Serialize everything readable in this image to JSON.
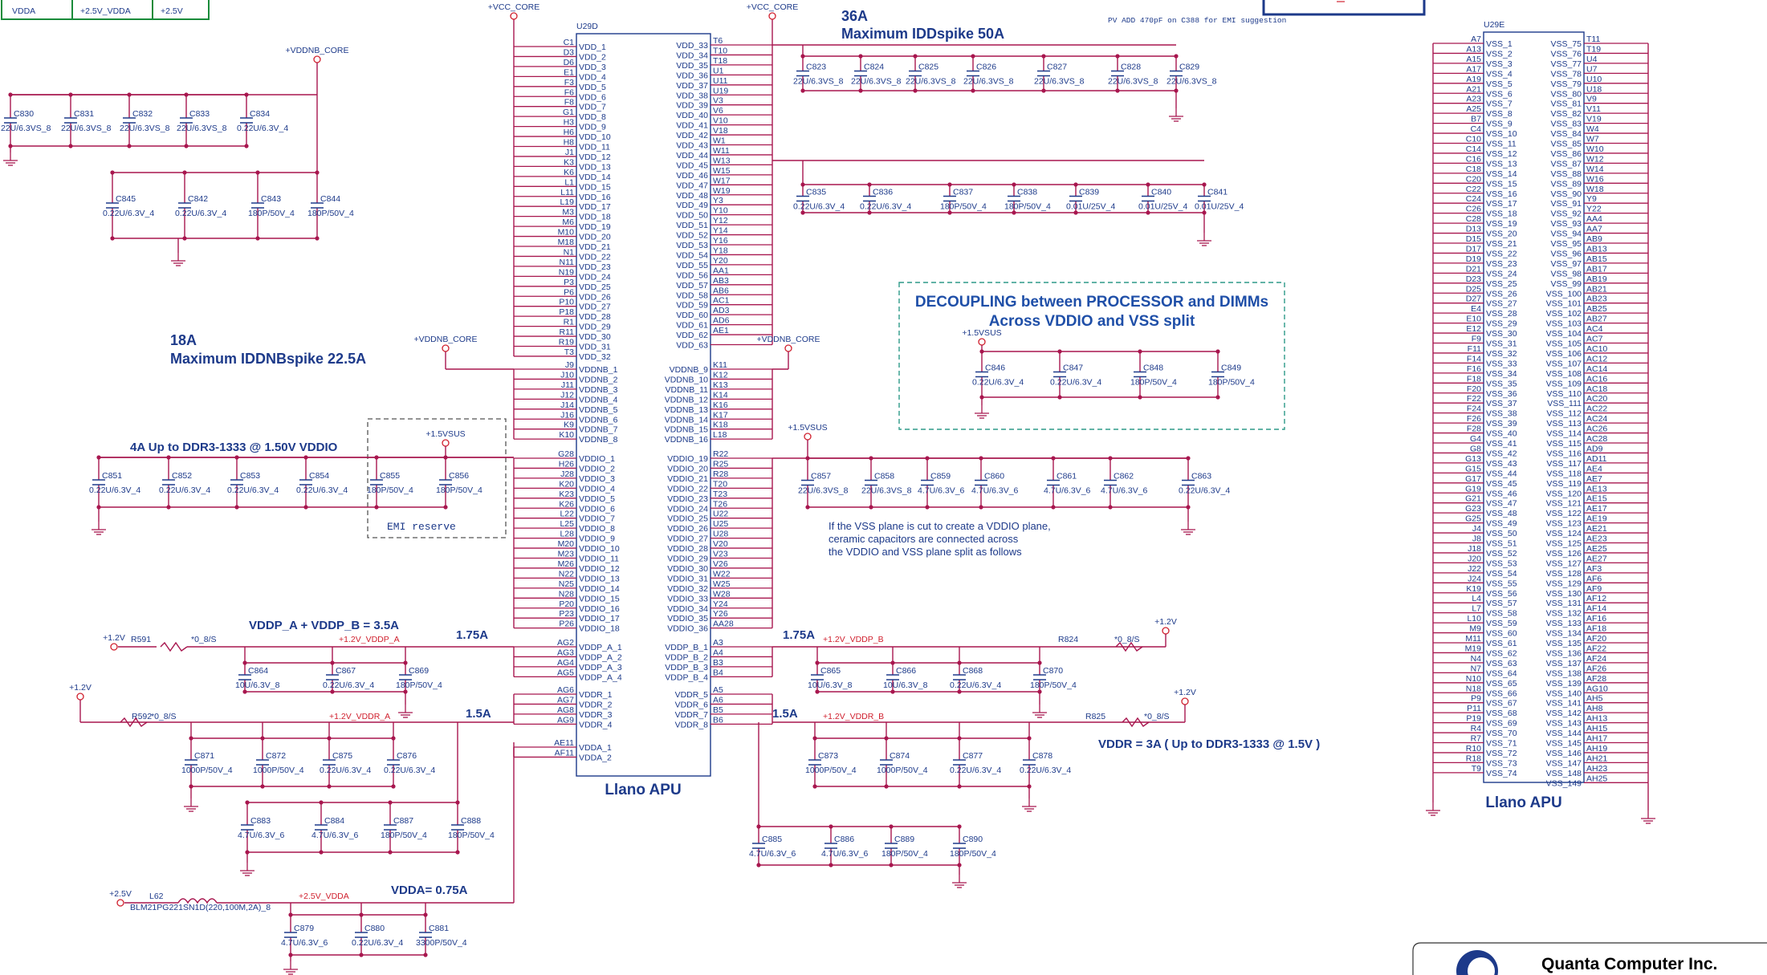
{
  "top_strip": {
    "a": "VDDA",
    "b": "+2.5V_VDDA",
    "c": "+2.5V"
  },
  "top_note": "PV ADD 470pF on C388 for EMI suggestion",
  "company": "Quanta Computer Inc.",
  "apu": {
    "ref": "U29D",
    "label": "Llano APU",
    "left_pins": [
      [
        "C1",
        "VDD_1"
      ],
      [
        "D3",
        "VDD_2"
      ],
      [
        "D6",
        "VDD_3"
      ],
      [
        "E1",
        "VDD_4"
      ],
      [
        "F3",
        "VDD_5"
      ],
      [
        "F6",
        "VDD_6"
      ],
      [
        "F8",
        "VDD_7"
      ],
      [
        "G1",
        "VDD_8"
      ],
      [
        "H3",
        "VDD_9"
      ],
      [
        "H6",
        "VDD_10"
      ],
      [
        "H8",
        "VDD_11"
      ],
      [
        "J1",
        "VDD_12"
      ],
      [
        "K3",
        "VDD_13"
      ],
      [
        "K6",
        "VDD_14"
      ],
      [
        "L1",
        "VDD_15"
      ],
      [
        "L11",
        "VDD_16"
      ],
      [
        "L19",
        "VDD_17"
      ],
      [
        "M3",
        "VDD_18"
      ],
      [
        "M6",
        "VDD_19"
      ],
      [
        "M10",
        "VDD_20"
      ],
      [
        "M18",
        "VDD_21"
      ],
      [
        "N1",
        "VDD_22"
      ],
      [
        "N11",
        "VDD_23"
      ],
      [
        "N19",
        "VDD_24"
      ],
      [
        "P3",
        "VDD_25"
      ],
      [
        "P6",
        "VDD_26"
      ],
      [
        "P10",
        "VDD_27"
      ],
      [
        "P18",
        "VDD_28"
      ],
      [
        "R1",
        "VDD_29"
      ],
      [
        "R11",
        "VDD_30"
      ],
      [
        "R19",
        "VDD_31"
      ],
      [
        "T3",
        "VDD_32"
      ],
      [
        "J9",
        "VDDNB_1"
      ],
      [
        "J10",
        "VDDNB_2"
      ],
      [
        "J11",
        "VDDNB_3"
      ],
      [
        "J12",
        "VDDNB_4"
      ],
      [
        "J14",
        "VDDNB_5"
      ],
      [
        "J16",
        "VDDNB_6"
      ],
      [
        "K9",
        "VDDNB_7"
      ],
      [
        "K10",
        "VDDNB_8"
      ],
      [
        "G28",
        "VDDIO_1"
      ],
      [
        "H26",
        "VDDIO_2"
      ],
      [
        "J28",
        "VDDIO_3"
      ],
      [
        "K20",
        "VDDIO_4"
      ],
      [
        "K23",
        "VDDIO_5"
      ],
      [
        "K26",
        "VDDIO_6"
      ],
      [
        "L22",
        "VDDIO_7"
      ],
      [
        "L25",
        "VDDIO_8"
      ],
      [
        "L28",
        "VDDIO_9"
      ],
      [
        "M20",
        "VDDIO_10"
      ],
      [
        "M23",
        "VDDIO_11"
      ],
      [
        "M26",
        "VDDIO_12"
      ],
      [
        "N22",
        "VDDIO_13"
      ],
      [
        "N25",
        "VDDIO_14"
      ],
      [
        "N28",
        "VDDIO_15"
      ],
      [
        "P20",
        "VDDIO_16"
      ],
      [
        "P23",
        "VDDIO_17"
      ],
      [
        "P26",
        "VDDIO_18"
      ],
      [
        "AG2",
        "VDDP_A_1"
      ],
      [
        "AG3",
        "VDDP_A_2"
      ],
      [
        "AG4",
        "VDDP_A_3"
      ],
      [
        "AG5",
        "VDDP_A_4"
      ],
      [
        "AG6",
        "VDDR_1"
      ],
      [
        "AG7",
        "VDDR_2"
      ],
      [
        "AG8",
        "VDDR_3"
      ],
      [
        "AG9",
        "VDDR_4"
      ],
      [
        "AE11",
        "VDDA_1"
      ],
      [
        "AF11",
        "VDDA_2"
      ]
    ],
    "right_pins": [
      [
        "T6",
        "VDD_33"
      ],
      [
        "T10",
        "VDD_34"
      ],
      [
        "T18",
        "VDD_35"
      ],
      [
        "U1",
        "VDD_36"
      ],
      [
        "U11",
        "VDD_37"
      ],
      [
        "U19",
        "VDD_38"
      ],
      [
        "V3",
        "VDD_39"
      ],
      [
        "V6",
        "VDD_40"
      ],
      [
        "V10",
        "VDD_41"
      ],
      [
        "V18",
        "VDD_42"
      ],
      [
        "W1",
        "VDD_43"
      ],
      [
        "W11",
        "VDD_44"
      ],
      [
        "W13",
        "VDD_45"
      ],
      [
        "W15",
        "VDD_46"
      ],
      [
        "W17",
        "VDD_47"
      ],
      [
        "W19",
        "VDD_48"
      ],
      [
        "Y3",
        "VDD_49"
      ],
      [
        "Y10",
        "VDD_50"
      ],
      [
        "Y12",
        "VDD_51"
      ],
      [
        "Y14",
        "VDD_52"
      ],
      [
        "Y16",
        "VDD_53"
      ],
      [
        "Y18",
        "VDD_54"
      ],
      [
        "Y20",
        "VDD_55"
      ],
      [
        "AA1",
        "VDD_56"
      ],
      [
        "AB3",
        "VDD_57"
      ],
      [
        "AB6",
        "VDD_58"
      ],
      [
        "AC1",
        "VDD_59"
      ],
      [
        "AD3",
        "VDD_60"
      ],
      [
        "AD6",
        "VDD_61"
      ],
      [
        "AE1",
        "VDD_62"
      ],
      [
        "",
        "VDD_63"
      ],
      [
        "K11",
        "VDDNB_9"
      ],
      [
        "K12",
        "VDDNB_10"
      ],
      [
        "K13",
        "VDDNB_11"
      ],
      [
        "K14",
        "VDDNB_12"
      ],
      [
        "K16",
        "VDDNB_13"
      ],
      [
        "K17",
        "VDDNB_14"
      ],
      [
        "K18",
        "VDDNB_15"
      ],
      [
        "L18",
        "VDDNB_16"
      ],
      [
        "R22",
        "VDDIO_19"
      ],
      [
        "R25",
        "VDDIO_20"
      ],
      [
        "R28",
        "VDDIO_21"
      ],
      [
        "T20",
        "VDDIO_22"
      ],
      [
        "T23",
        "VDDIO_23"
      ],
      [
        "T26",
        "VDDIO_24"
      ],
      [
        "U22",
        "VDDIO_25"
      ],
      [
        "U25",
        "VDDIO_26"
      ],
      [
        "U28",
        "VDDIO_27"
      ],
      [
        "V20",
        "VDDIO_28"
      ],
      [
        "V23",
        "VDDIO_29"
      ],
      [
        "V26",
        "VDDIO_30"
      ],
      [
        "W22",
        "VDDIO_31"
      ],
      [
        "W25",
        "VDDIO_32"
      ],
      [
        "W28",
        "VDDIO_33"
      ],
      [
        "Y24",
        "VDDIO_34"
      ],
      [
        "Y26",
        "VDDIO_35"
      ],
      [
        "AA28",
        "VDDIO_36"
      ],
      [
        "A3",
        "VDDP_B_1"
      ],
      [
        "A4",
        "VDDP_B_2"
      ],
      [
        "B3",
        "VDDP_B_3"
      ],
      [
        "B4",
        "VDDP_B_4"
      ],
      [
        "A5",
        "VDDR_5"
      ],
      [
        "A6",
        "VDDR_6"
      ],
      [
        "B5",
        "VDDR_7"
      ],
      [
        "B6",
        "VDDR_8"
      ]
    ]
  },
  "vss": {
    "ref": "U29E",
    "label": "Llano APU",
    "left_pins": [
      "A7",
      "A13",
      "A15",
      "A17",
      "A19",
      "A21",
      "A23",
      "A25",
      "B7",
      "C4",
      "C10",
      "C14",
      "C16",
      "C18",
      "C20",
      "C22",
      "C24",
      "C26",
      "C28",
      "D13",
      "D15",
      "D17",
      "D19",
      "D21",
      "D23",
      "D25",
      "D27",
      "E4",
      "E10",
      "E12",
      "F9",
      "F11",
      "F14",
      "F16",
      "F18",
      "F20",
      "F22",
      "F24",
      "F26",
      "F28",
      "G4",
      "G8",
      "G13",
      "G15",
      "G17",
      "G19",
      "G21",
      "G23",
      "G25",
      "J4",
      "J8",
      "J18",
      "J20",
      "J22",
      "J24",
      "K19",
      "L4",
      "L7",
      "L10",
      "M9",
      "M11",
      "M19",
      "N4",
      "N7",
      "N10",
      "N18",
      "P9",
      "P11",
      "P19",
      "R4",
      "R7",
      "R10",
      "R18",
      "T9"
    ],
    "right_pins": [
      "T11",
      "T19",
      "U4",
      "U7",
      "U10",
      "U18",
      "V9",
      "V11",
      "V19",
      "W4",
      "W7",
      "W10",
      "W12",
      "W14",
      "W16",
      "W18",
      "Y9",
      "Y22",
      "AA4",
      "AA7",
      "AB9",
      "AB13",
      "AB15",
      "AB17",
      "AB19",
      "AB21",
      "AB23",
      "AB25",
      "AB27",
      "AC4",
      "AC7",
      "AC10",
      "AC12",
      "AC14",
      "AC16",
      "AC18",
      "AC20",
      "AC22",
      "AC24",
      "AC26",
      "AC28",
      "AD9",
      "AD11",
      "AE4",
      "AE7",
      "AE13",
      "AE15",
      "AE17",
      "AE19",
      "AE21",
      "AE23",
      "AE25",
      "AE27",
      "AF3",
      "AF6",
      "AF9",
      "AF12",
      "AF14",
      "AF16",
      "AF18",
      "AF20",
      "AF22",
      "AF24",
      "AF26",
      "AF28",
      "AG10",
      "AH5",
      "AH8",
      "AH13",
      "AH15",
      "AH17",
      "AH19",
      "AH21",
      "AH23",
      "AH25"
    ]
  },
  "rails": {
    "vcc_core": "+VCC_CORE",
    "vddnb_core": "+VDDNB_CORE",
    "v15sus": "+1.5VSUS",
    "v12": "+1.2V",
    "v25": "+2.5V",
    "vddp_a": "+1.2V_VDDP_A",
    "vddp_b": "+1.2V_VDDP_B",
    "vddr_a": "+1.2V_VDDR_A",
    "vddr_b": "+1.2V_VDDR_B",
    "vdda": "+2.5V_VDDA"
  },
  "notes": {
    "i36": "36A",
    "i36b": "Maximum IDDspike 50A",
    "i18": "18A",
    "i18b": "Maximum IDDNBspike 22.5A",
    "i4": "4A  Up to DDR3-1333 @ 1.50V VDDIO",
    "vddp": "VDDP_A + VDDP_B = 3.5A",
    "a175a": "1.75A",
    "a175b": "1.75A",
    "a15a": "1.5A",
    "a15b": "1.5A",
    "vddr": "VDDR = 3A  ( Up to DDR3-1333 @ 1.5V )",
    "vdda": "VDDA= 0.75A",
    "emi": "EMI reserve",
    "deco1": "DECOUPLING between PROCESSOR and DIMMs",
    "deco2": "Across VDDIO and VSS split",
    "split1": "If the VSS plane is cut to create a VDDIO plane,",
    "split2": "ceramic capacitors are connected across",
    "split3": "the VDDIO and VSS plane split as follows"
  },
  "resistors": [
    {
      "ref": "R591",
      "val": "0_8/S"
    },
    {
      "ref": "R592",
      "val": "0_8/S"
    },
    {
      "ref": "R824",
      "val": "0_8/S"
    },
    {
      "ref": "R825",
      "val": "0_8/S"
    }
  ],
  "inductor": {
    "ref": "L62",
    "val": "BLM21PG221SN1D(220,100M,2A)_8"
  },
  "caps": [
    {
      "ref": "C830",
      "val": "22U/6.3VS_8"
    },
    {
      "ref": "C831",
      "val": "22U/6.3VS_8"
    },
    {
      "ref": "C832",
      "val": "22U/6.3VS_8"
    },
    {
      "ref": "C833",
      "val": "22U/6.3VS_8"
    },
    {
      "ref": "C834",
      "val": "0.22U/6.3V_4"
    },
    {
      "ref": "C845",
      "val": "0.22U/6.3V_4"
    },
    {
      "ref": "C842",
      "val": "0.22U/6.3V_4"
    },
    {
      "ref": "C843",
      "val": "180P/50V_4"
    },
    {
      "ref": "C844",
      "val": "180P/50V_4"
    },
    {
      "ref": "C823",
      "val": "22U/6.3VS_8"
    },
    {
      "ref": "C824",
      "val": "22U/6.3VS_8"
    },
    {
      "ref": "C825",
      "val": "22U/6.3VS_8"
    },
    {
      "ref": "C826",
      "val": "22U/6.3VS_8"
    },
    {
      "ref": "C827",
      "val": "22U/6.3VS_8"
    },
    {
      "ref": "C828",
      "val": "22U/6.3VS_8"
    },
    {
      "ref": "C829",
      "val": "22U/6.3VS_8"
    },
    {
      "ref": "C835",
      "val": "0.22U/6.3V_4"
    },
    {
      "ref": "C836",
      "val": "0.22U/6.3V_4"
    },
    {
      "ref": "C837",
      "val": "180P/50V_4"
    },
    {
      "ref": "C838",
      "val": "180P/50V_4"
    },
    {
      "ref": "C839",
      "val": "0.01U/25V_4"
    },
    {
      "ref": "C840",
      "val": "0.01U/25V_4"
    },
    {
      "ref": "C841",
      "val": "0.01U/25V_4"
    },
    {
      "ref": "C846",
      "val": "0.22U/6.3V_4"
    },
    {
      "ref": "C847",
      "val": "0.22U/6.3V_4"
    },
    {
      "ref": "C848",
      "val": "180P/50V_4"
    },
    {
      "ref": "C849",
      "val": "180P/50V_4"
    },
    {
      "ref": "C851",
      "val": "0.22U/6.3V_4"
    },
    {
      "ref": "C852",
      "val": "0.22U/6.3V_4"
    },
    {
      "ref": "C853",
      "val": "0.22U/6.3V_4"
    },
    {
      "ref": "C854",
      "val": "0.22U/6.3V_4"
    },
    {
      "ref": "C855",
      "val": "180P/50V_4"
    },
    {
      "ref": "C856",
      "val": "180P/50V_4"
    },
    {
      "ref": "C857",
      "val": "22U/6.3VS_8"
    },
    {
      "ref": "C858",
      "val": "22U/6.3VS_8"
    },
    {
      "ref": "C859",
      "val": "4.7U/6.3V_6"
    },
    {
      "ref": "C860",
      "val": "4.7U/6.3V_6"
    },
    {
      "ref": "C861",
      "val": "4.7U/6.3V_6"
    },
    {
      "ref": "C862",
      "val": "4.7U/6.3V_6"
    },
    {
      "ref": "C863",
      "val": "0.22U/6.3V_4"
    },
    {
      "ref": "C864",
      "val": "10U/6.3V_8"
    },
    {
      "ref": "C867",
      "val": "0.22U/6.3V_4"
    },
    {
      "ref": "C869",
      "val": "180P/50V_4"
    },
    {
      "ref": "C865",
      "val": "10U/6.3V_8"
    },
    {
      "ref": "C866",
      "val": "10U/6.3V_8"
    },
    {
      "ref": "C868",
      "val": "0.22U/6.3V_4"
    },
    {
      "ref": "C870",
      "val": "180P/50V_4"
    },
    {
      "ref": "C871",
      "val": "1000P/50V_4"
    },
    {
      "ref": "C872",
      "val": "1000P/50V_4"
    },
    {
      "ref": "C875",
      "val": "0.22U/6.3V_4"
    },
    {
      "ref": "C876",
      "val": "0.22U/6.3V_4"
    },
    {
      "ref": "C873",
      "val": "1000P/50V_4"
    },
    {
      "ref": "C874",
      "val": "1000P/50V_4"
    },
    {
      "ref": "C877",
      "val": "0.22U/6.3V_4"
    },
    {
      "ref": "C878",
      "val": "0.22U/6.3V_4"
    },
    {
      "ref": "C883",
      "val": "4.7U/6.3V_6"
    },
    {
      "ref": "C884",
      "val": "4.7U/6.3V_6"
    },
    {
      "ref": "C887",
      "val": "180P/50V_4"
    },
    {
      "ref": "C888",
      "val": "180P/50V_4"
    },
    {
      "ref": "C885",
      "val": "4.7U/6.3V_6"
    },
    {
      "ref": "C886",
      "val": "4.7U/6.3V_6"
    },
    {
      "ref": "C889",
      "val": "180P/50V_4"
    },
    {
      "ref": "C890",
      "val": "180P/50V_4"
    },
    {
      "ref": "C879",
      "val": "4.7U/6.3V_6"
    },
    {
      "ref": "C880",
      "val": "0.22U/6.3V_4"
    },
    {
      "ref": "C881",
      "val": "3300P/50V_4"
    }
  ]
}
